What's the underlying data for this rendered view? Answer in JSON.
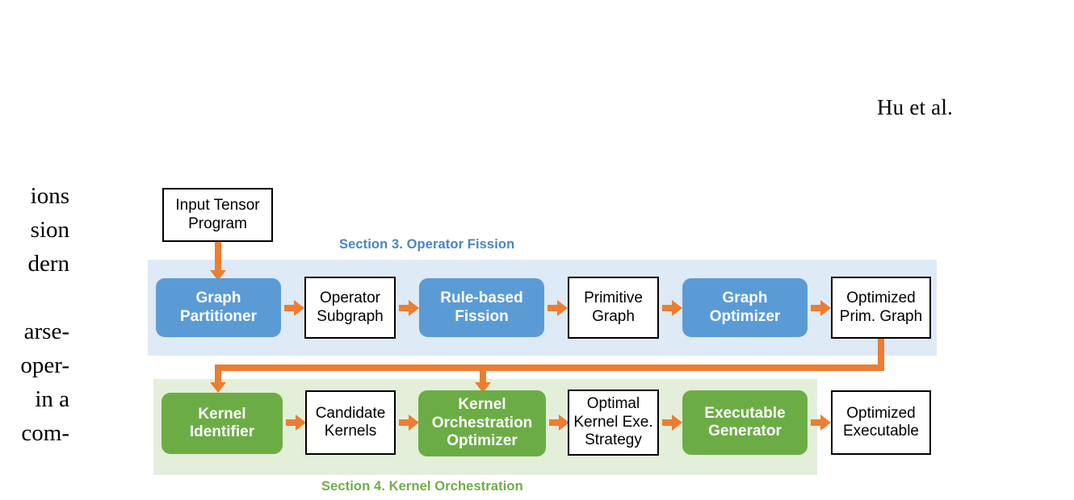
{
  "page": {
    "running_head": "Hu et al.",
    "margin_text_lines": [
      "ions",
      "sion",
      "dern",
      "",
      "arse-",
      "oper-",
      "in a",
      "com-"
    ]
  },
  "figure": {
    "colors": {
      "module_blue": "#5b9bd5",
      "module_green": "#6cac45",
      "band_blue": "#deeaf6",
      "band_green": "#e3efd9",
      "arrow_orange": "#ed7d31",
      "label_blue": "#4a85c4",
      "label_green": "#70ad47",
      "node_border": "#000000"
    },
    "input_node": {
      "line1": "Input Tensor",
      "line2": "Program"
    },
    "sections": [
      {
        "id": "section-3",
        "label": "Section 3. Operator Fission",
        "label_color": "#4a85c4",
        "band_color": "#deeaf6",
        "nodes": [
          {
            "kind": "module",
            "line1": "Graph",
            "line2": "Partitioner"
          },
          {
            "kind": "data",
            "line1": "Operator",
            "line2": "Subgraph"
          },
          {
            "kind": "module",
            "line1": "Rule-based",
            "line2": "Fission"
          },
          {
            "kind": "data",
            "line1": "Primitive",
            "line2": "Graph"
          },
          {
            "kind": "module",
            "line1": "Graph",
            "line2": "Optimizer"
          },
          {
            "kind": "data",
            "line1": "Optimized",
            "line2": "Prim. Graph"
          }
        ]
      },
      {
        "id": "section-4",
        "label": "Section 4. Kernel Orchestration",
        "label_color": "#70ad47",
        "band_color": "#e3efd9",
        "nodes": [
          {
            "kind": "module",
            "line1": "Kernel",
            "line2": "Identifier",
            "line3": ""
          },
          {
            "kind": "data",
            "line1": "Candidate",
            "line2": "Kernels",
            "line3": ""
          },
          {
            "kind": "module",
            "line1": "Kernel",
            "line2": "Orchestration",
            "line3": "Optimizer"
          },
          {
            "kind": "data",
            "line1": "Optimal",
            "line2": "Kernel Exe.",
            "line3": "Strategy"
          },
          {
            "kind": "module",
            "line1": "Executable",
            "line2": "Generator",
            "line3": ""
          },
          {
            "kind": "data",
            "line1": "Optimized",
            "line2": "Executable",
            "line3": ""
          }
        ]
      }
    ]
  }
}
